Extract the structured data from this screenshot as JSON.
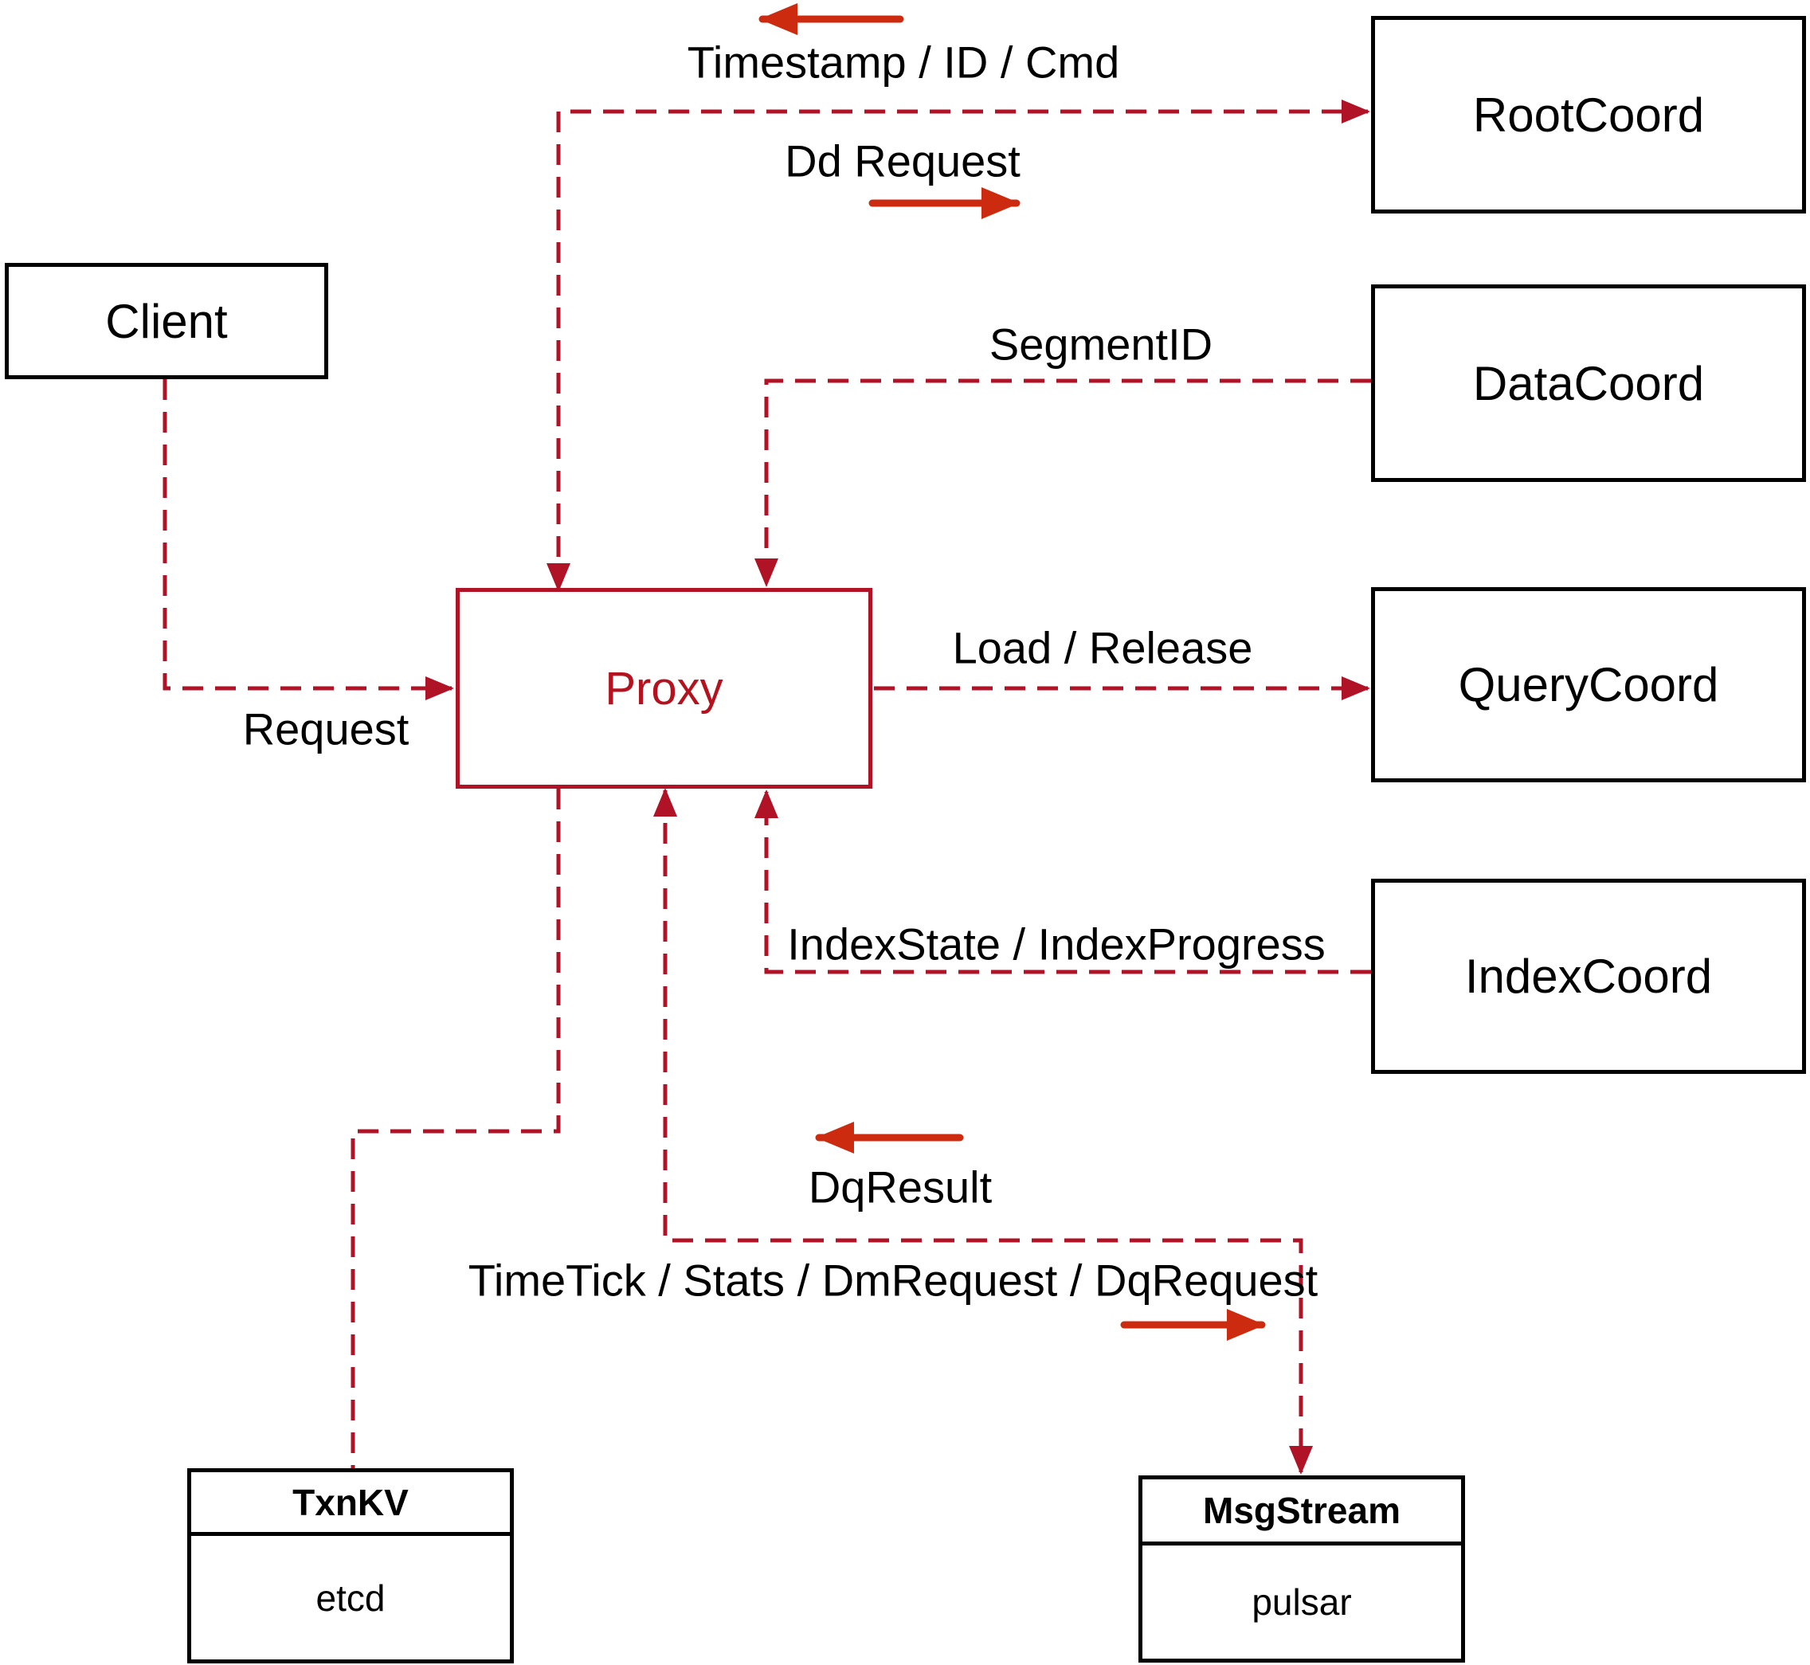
{
  "diagram": {
    "nodes": {
      "client": {
        "label": "Client"
      },
      "proxy": {
        "label": "Proxy"
      },
      "rootcoord": {
        "label": "RootCoord"
      },
      "datacoord": {
        "label": "DataCoord"
      },
      "querycoord": {
        "label": "QueryCoord"
      },
      "indexcoord": {
        "label": "IndexCoord"
      },
      "txnkv": {
        "title": "TxnKV",
        "subtitle": "etcd"
      },
      "msgstream": {
        "title": "MsgStream",
        "subtitle": "pulsar"
      }
    },
    "edge_labels": {
      "timestamp_id_cmd": "Timestamp / ID / Cmd",
      "dd_request": "Dd Request",
      "segment_id": "SegmentID",
      "request": "Request",
      "load_release": "Load / Release",
      "index_state": "IndexState / IndexProgress",
      "dq_result": "DqResult",
      "timetick": "TimeTick / Stats / DmRequest / DqRequest"
    },
    "colors": {
      "dashed_line": "#b01226",
      "dashed_arrowhead": "#b01226",
      "solid_arrow": "#cc2b10",
      "node_border": "#000000",
      "proxy_accent": "#b5121f",
      "label_text": "#000000",
      "background": "#ffffff"
    }
  }
}
